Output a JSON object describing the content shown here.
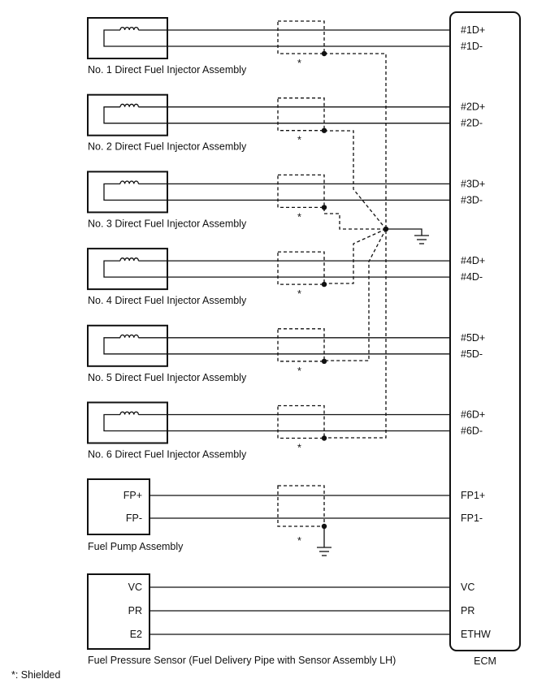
{
  "injectors": [
    {
      "name": "No. 1 Direct Fuel Injector Assembly",
      "pins": [
        "#1D+",
        "#1D-"
      ],
      "shield_mark": "*"
    },
    {
      "name": "No. 2 Direct Fuel Injector Assembly",
      "pins": [
        "#2D+",
        "#2D-"
      ],
      "shield_mark": "*"
    },
    {
      "name": "No. 3 Direct Fuel Injector Assembly",
      "pins": [
        "#3D+",
        "#3D-"
      ],
      "shield_mark": "*"
    },
    {
      "name": "No. 4 Direct Fuel Injector Assembly",
      "pins": [
        "#4D+",
        "#4D-"
      ],
      "shield_mark": "*"
    },
    {
      "name": "No. 5 Direct Fuel Injector Assembly",
      "pins": [
        "#5D+",
        "#5D-"
      ],
      "shield_mark": "*"
    },
    {
      "name": "No. 6 Direct Fuel Injector Assembly",
      "pins": [
        "#6D+",
        "#6D-"
      ],
      "shield_mark": "*"
    }
  ],
  "fuel_pump": {
    "name": "Fuel Pump Assembly",
    "terminals": [
      "FP+",
      "FP-"
    ],
    "ecm_pins": [
      "FP1+",
      "FP1-"
    ],
    "shield_mark": "*"
  },
  "pressure_sensor": {
    "name": "Fuel Pressure Sensor (Fuel Delivery Pipe with Sensor Assembly LH)",
    "terminals": [
      "VC",
      "PR",
      "E2"
    ],
    "ecm_pins": [
      "VC",
      "PR",
      "ETHW"
    ]
  },
  "ecm": {
    "label": "ECM"
  },
  "footnote": "*: Shielded",
  "icons": {
    "coil": "coil-icon",
    "ground": "ground-icon"
  }
}
